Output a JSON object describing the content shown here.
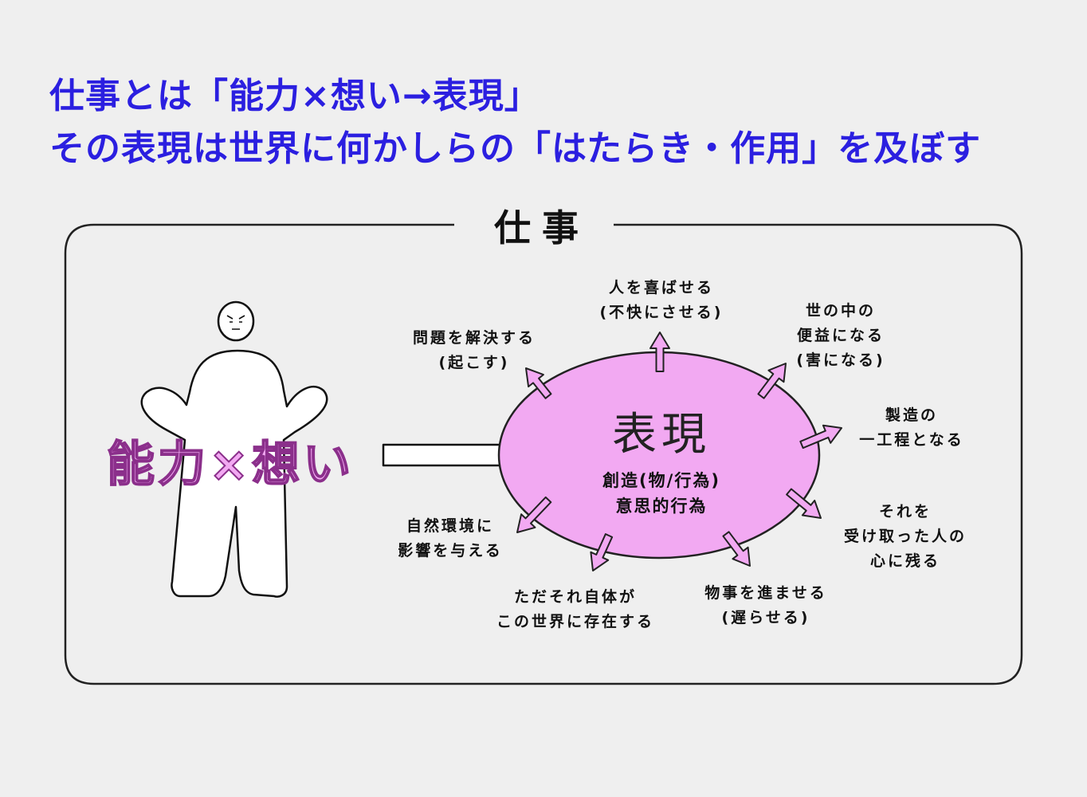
{
  "headline": {
    "line1": "仕事とは「能力×想い→表現」",
    "line2": "その表現は世界に何かしらの「はたらき・作用」を及ぼす"
  },
  "frame": {
    "title": "仕事"
  },
  "person": {
    "label": "能力×想い"
  },
  "center": {
    "title": "表現",
    "sub_line1": "創造(物/行為)",
    "sub_line2": "意思的行為"
  },
  "effects": {
    "please": [
      "人を喜ばせる",
      "(不快にさせる)"
    ],
    "solve": [
      "問題を解決する",
      "(起こす)"
    ],
    "benefit": [
      "世の中の",
      "便益になる",
      "(害になる)"
    ],
    "manufacture": [
      "製造の",
      "一工程となる"
    ],
    "remain": [
      "それを",
      "受け取った人の",
      "心に残る"
    ],
    "environment": [
      "自然環境に",
      "影響を与える"
    ],
    "exist": [
      "ただそれ自体が",
      "この世界に存在する"
    ],
    "advance": [
      "物事を進ませる",
      "(遅らせる)"
    ]
  },
  "colors": {
    "headline": "#2b1fe0",
    "bubble_fill": "#f2a9f2",
    "arrow_fill": "#f2a9f2",
    "outline": "#222222"
  }
}
